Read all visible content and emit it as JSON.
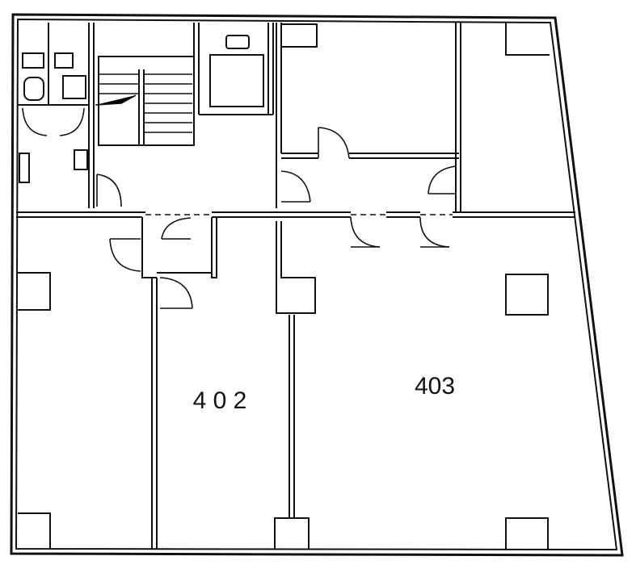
{
  "rooms": [
    {
      "id": "402",
      "label": "4 0 2"
    },
    {
      "id": "403",
      "label": "403"
    }
  ]
}
